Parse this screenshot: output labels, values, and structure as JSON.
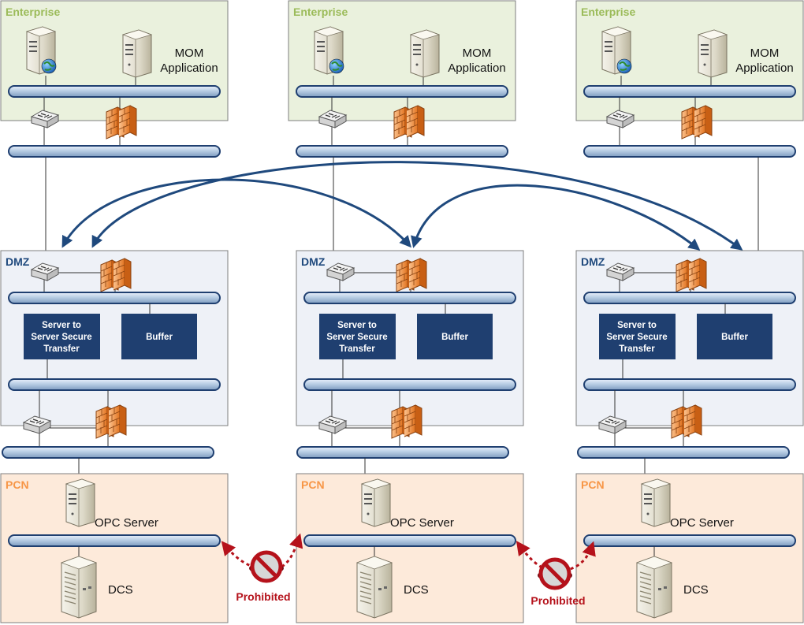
{
  "columns": [
    {
      "enterprise": {
        "title": "Enterprise",
        "app_label_1": "MOM",
        "app_label_2": "Application"
      },
      "dmz": {
        "title": "DMZ",
        "transfer_1": "Server to",
        "transfer_2": "Server Secure",
        "transfer_3": "Transfer",
        "buffer": "Buffer"
      },
      "pcn": {
        "title": "PCN",
        "opc": "OPC Server",
        "dcs": "DCS"
      }
    },
    {
      "enterprise": {
        "title": "Enterprise",
        "app_label_1": "MOM",
        "app_label_2": "Application"
      },
      "dmz": {
        "title": "DMZ",
        "transfer_1": "Server to",
        "transfer_2": "Server Secure",
        "transfer_3": "Transfer",
        "buffer": "Buffer"
      },
      "pcn": {
        "title": "PCN",
        "opc": "OPC Server",
        "dcs": "DCS"
      }
    },
    {
      "enterprise": {
        "title": "Enterprise",
        "app_label_1": "MOM",
        "app_label_2": "Application"
      },
      "dmz": {
        "title": "DMZ",
        "transfer_1": "Server to",
        "transfer_2": "Server Secure",
        "transfer_3": "Transfer",
        "buffer": "Buffer"
      },
      "pcn": {
        "title": "PCN",
        "opc": "OPC Server",
        "dcs": "DCS"
      }
    }
  ],
  "prohibited": [
    "Prohibited",
    "Prohibited"
  ],
  "colors": {
    "enterprise_fill": "#eaf1dd",
    "enterprise_text": "#9bbb59",
    "dmz_fill": "#eef1f7",
    "dmz_text": "#1f497d",
    "pcn_fill": "#fdeada",
    "pcn_text": "#f79646",
    "box_fill": "#1f3f70",
    "arrow": "#1f497d",
    "prohibited": "#b5121b"
  },
  "icons": [
    "web-server-icon",
    "server-icon",
    "switch-icon",
    "firewall-icon",
    "tower-server-icon",
    "prohibited-icon"
  ]
}
